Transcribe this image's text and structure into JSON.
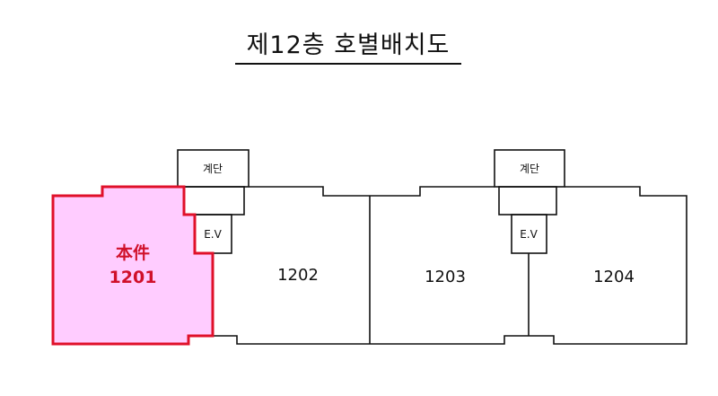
{
  "title": "제12층 호별배치도",
  "colors": {
    "highlight_fill": "#ffccff",
    "highlight_stroke": "#e0102a",
    "highlight_text": "#d0102a",
    "line": "#111111"
  },
  "units": [
    {
      "id": "1201",
      "label": "1201",
      "tag": "本件",
      "highlighted": true
    },
    {
      "id": "1202",
      "label": "1202",
      "highlighted": false
    },
    {
      "id": "1203",
      "label": "1203",
      "highlighted": false
    },
    {
      "id": "1204",
      "label": "1204",
      "highlighted": false
    }
  ],
  "cores": [
    {
      "stairs_label": "계단",
      "elevator_label": "E.V"
    },
    {
      "stairs_label": "계단",
      "elevator_label": "E.V"
    }
  ]
}
